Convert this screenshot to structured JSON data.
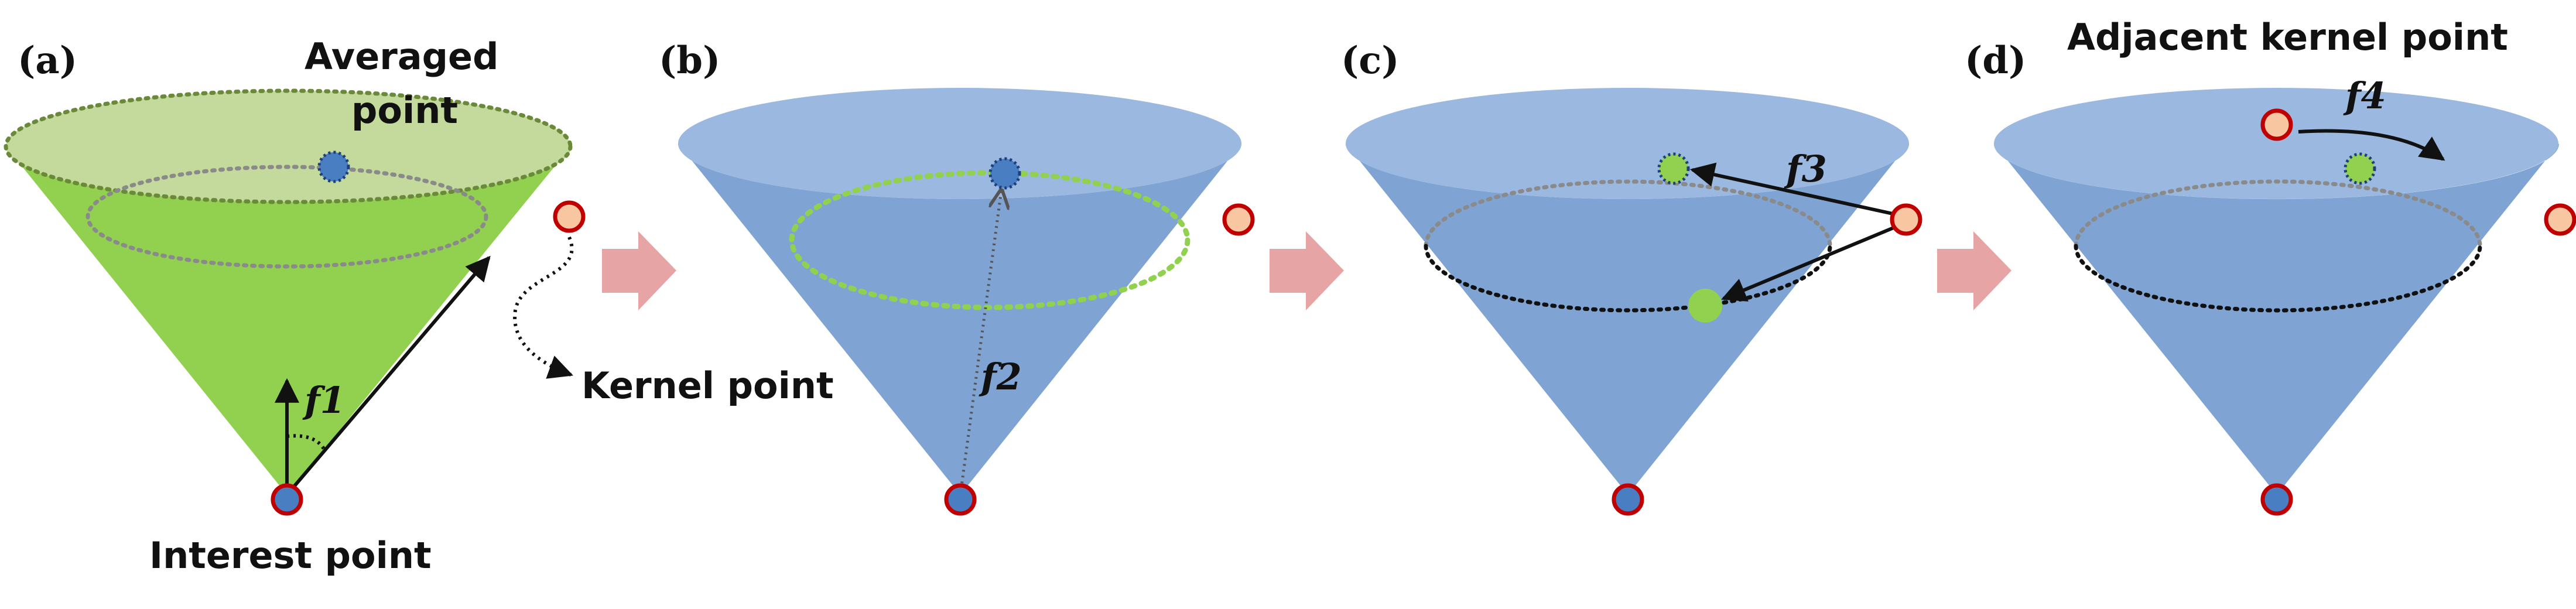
{
  "panels": [
    {
      "label": "(a)",
      "caption_top": "Averaged",
      "caption_top2": "point",
      "caption_side": "Kernel point",
      "caption_bottom": "Interest point",
      "feature": "f1"
    },
    {
      "label": "(b)",
      "feature": "f2"
    },
    {
      "label": "(c)",
      "feature": "f3"
    },
    {
      "label": "(d)",
      "caption_top": "Adjacent kernel point",
      "feature": "f4"
    }
  ],
  "colors": {
    "green_cone": "#92d050",
    "green_light": "#c4d99c",
    "blue_cone": "#7fa4d3",
    "blue_top": "#9ab8e0",
    "arrow_fill": "#e6a4a4",
    "point_red": "#c00000",
    "point_orange": "#f8c6a0",
    "point_blue": "#4a7ec2",
    "point_green": "#92d050"
  }
}
